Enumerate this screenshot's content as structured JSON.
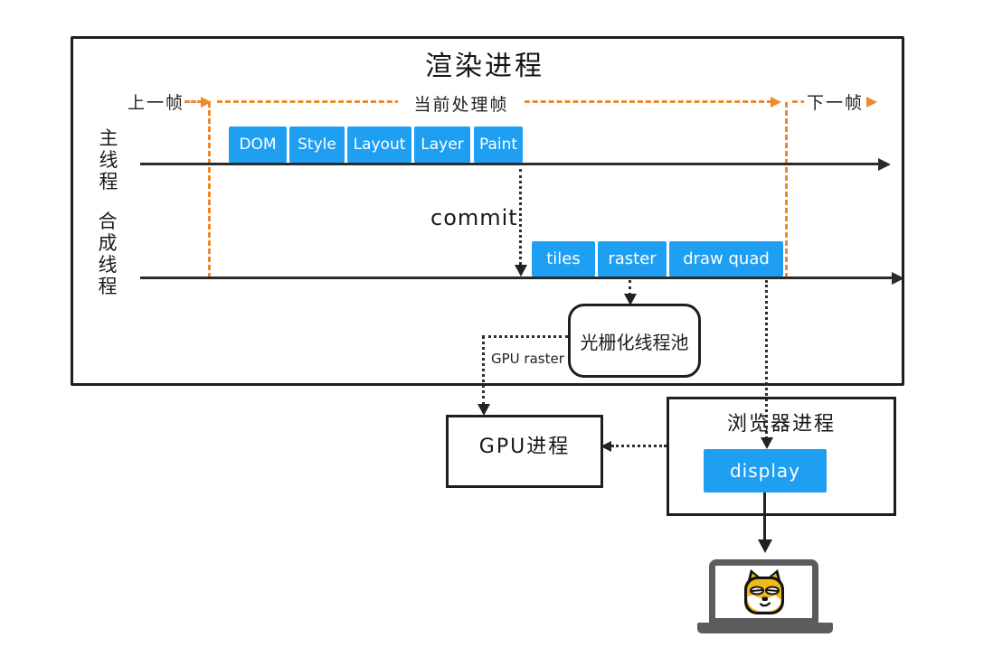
{
  "colors": {
    "accent_blue": "#1e9ff2",
    "accent_orange": "#ed8a2d",
    "line_black": "#2b2b2b",
    "laptop_gray": "#5c5c5c",
    "dog_yellow": "#f2ba16"
  },
  "render_process": {
    "title": "渲染进程",
    "frames": {
      "prev_label": "上一帧",
      "current_label": "当前处理帧",
      "next_label": "下一帧"
    },
    "main_thread": {
      "label": "主线程",
      "stages": [
        "DOM",
        "Style",
        "Layout",
        "Layer",
        "Paint"
      ]
    },
    "commit_label": "commit",
    "compositor_thread": {
      "label": "合成线程",
      "stages": [
        "tiles",
        "raster",
        "draw quad"
      ]
    },
    "raster_pool_label": "光栅化线程池",
    "gpu_raster_label": "GPU raster"
  },
  "gpu_process": {
    "label": "GPU进程"
  },
  "browser_process": {
    "title": "浏览器进程",
    "display_label": "display"
  }
}
